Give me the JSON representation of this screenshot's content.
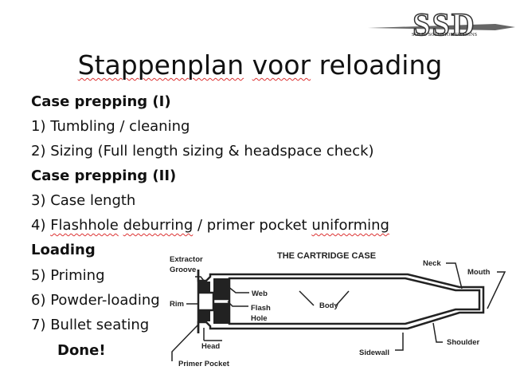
{
  "logo": {
    "initials": "SSD",
    "tagline": "SOLID SOLUTION DESIGNS"
  },
  "title": {
    "word1": "Stappenplan",
    "word2": "voor",
    "word3": "reloading"
  },
  "steps": {
    "h1": "Case prepping (I)",
    "s1": "1) Tumbling / cleaning",
    "s2": "2) Sizing (Full length sizing & headspace check)",
    "h2": "Case prepping (II)",
    "s3": "3) Case length",
    "s4_pre": "4) ",
    "s4_w1": "Flashhole",
    "s4_mid1": " ",
    "s4_w2": "deburring",
    "s4_mid2": " / primer pocket ",
    "s4_w3": "uniforming",
    "h3": "Loading",
    "s5": "5) Priming",
    "s6": "6) Powder-loading",
    "s7": "7) Bullet seating",
    "done": "Done!"
  },
  "diagram": {
    "title": "THE CARTRIDGE CASE",
    "extractor_groove_1": "Extractor",
    "extractor_groove_2": "Groove",
    "rim": "Rim",
    "web": "Web",
    "flash_hole_1": "Flash",
    "flash_hole_2": "Hole",
    "body": "Body",
    "neck": "Neck",
    "mouth": "Mouth",
    "head": "Head",
    "primer_pocket": "Primer Pocket",
    "sidewall": "Sidewall",
    "shoulder": "Shoulder"
  }
}
